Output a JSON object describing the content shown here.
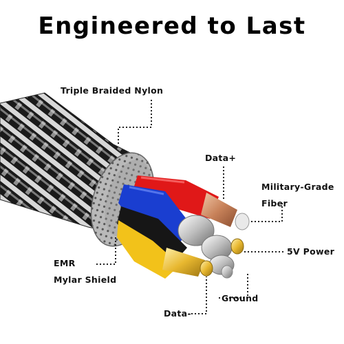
{
  "headline": "Engineered to Last",
  "labels": {
    "braid": "Triple Braided Nylon",
    "data_plus": "Data+",
    "military_line1": "Military-Grade",
    "military_line2": "Fiber",
    "power": "5V Power",
    "emr_line1": "EMR",
    "emr_line2": "Mylar Shield",
    "ground": "Ground",
    "data_minus": "Data-"
  },
  "colors": {
    "braid_dark": "#1a1a1a",
    "braid_light": "#d8d8d8",
    "foil": "#b9b9b9",
    "wire_red": "#e01818",
    "wire_blue": "#1a3ed0",
    "wire_black": "#161616",
    "wire_yellow": "#f2c21a",
    "copper": "#c8825a",
    "fiber": "#cfcfcf"
  }
}
